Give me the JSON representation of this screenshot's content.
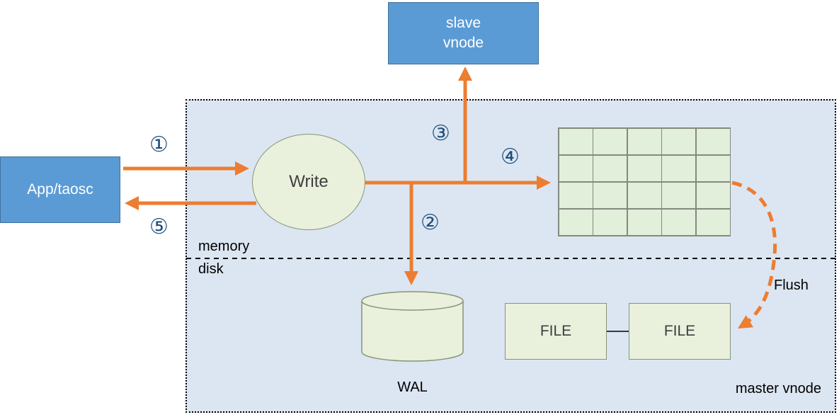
{
  "colors": {
    "blue_box": "#5b9bd5",
    "green_fill": "#e9f0dc",
    "container_bg": "#dce6f2",
    "arrow_orange": "#ed7d31",
    "step_number_blue": "#1f4e79"
  },
  "nodes": {
    "app": {
      "label": "App/taosc"
    },
    "slave_vnode": {
      "label": "slave\nvnode"
    },
    "write": {
      "label": "Write"
    },
    "wal": {
      "label": "WAL"
    },
    "file1": {
      "label": "FILE"
    },
    "file2": {
      "label": "FILE"
    },
    "master_vnode": {
      "label": "master vnode"
    }
  },
  "labels": {
    "memory": "memory",
    "disk": "disk",
    "flush": "Flush"
  },
  "steps": {
    "s1": "①",
    "s2": "②",
    "s3": "③",
    "s4": "④",
    "s5": "⑤"
  },
  "memtable_grid": {
    "rows": 4,
    "cols": 5
  }
}
